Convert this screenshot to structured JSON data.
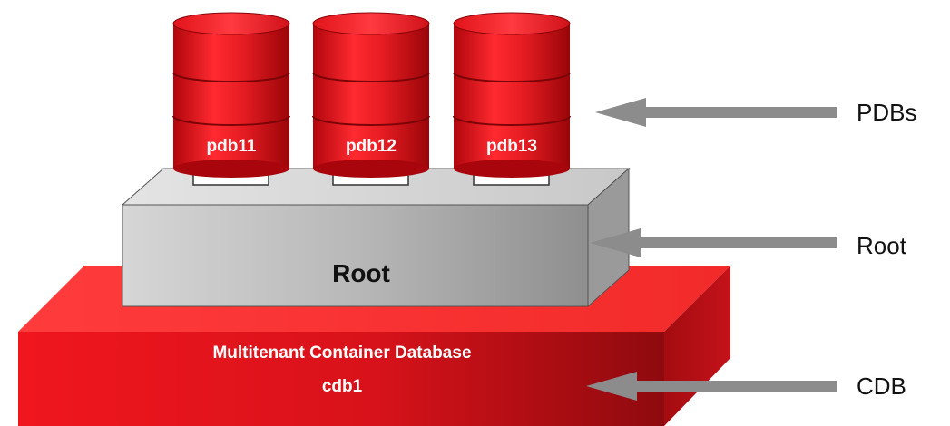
{
  "pdbs": [
    {
      "name": "pdb11"
    },
    {
      "name": "pdb12"
    },
    {
      "name": "pdb13"
    }
  ],
  "root": {
    "label": "Root"
  },
  "cdb": {
    "title": "Multitenant Container Database",
    "name": "cdb1"
  },
  "side_labels": {
    "pdbs": "PDBs",
    "root": "Root",
    "cdb": "CDB"
  },
  "colors": {
    "cdb_red": "#e8121a",
    "cdb_dark_red": "#9e0b10",
    "cylinder_red": "#e51c22",
    "root_gray": "#b8b8b8",
    "arrow_gray": "#8c8c8c"
  }
}
